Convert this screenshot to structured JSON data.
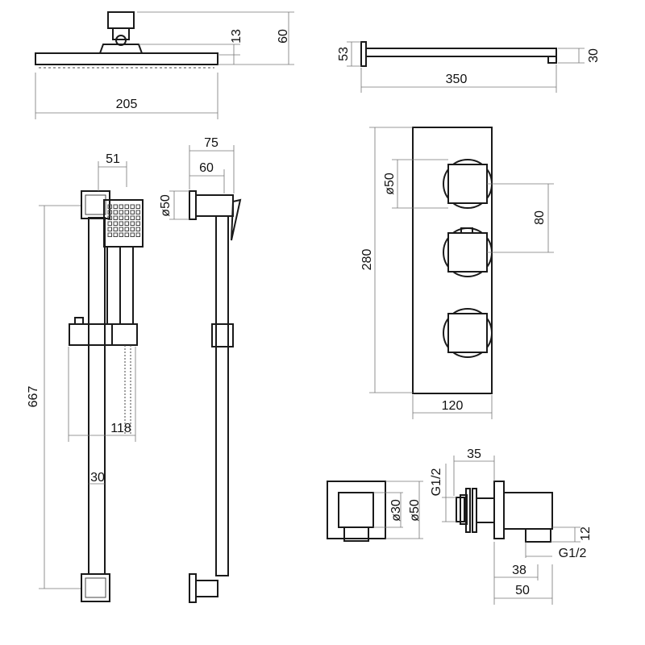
{
  "dimensions": {
    "rain_head": {
      "height_connector": "13",
      "height_total": "60",
      "width": "205"
    },
    "shower_arm": {
      "plate_height": "53",
      "length": "350",
      "drop": "30"
    },
    "slide_rail_front": {
      "head_offset": "51",
      "rail_length": "667",
      "slider_offset": "118",
      "rail_width": "30"
    },
    "slide_rail_side": {
      "projection_total": "75",
      "projection_arm": "60",
      "bracket_diameter": "ø50"
    },
    "valve": {
      "knob_diameter": "ø50",
      "knob_spacing": "80",
      "plate_height": "280",
      "plate_width": "120"
    },
    "wall_outlet": {
      "inner_diameter": "ø30",
      "outer_diameter": "ø50",
      "depth": "35",
      "thread_inlet": "G1/2",
      "outlet_height": "12",
      "thread_outlet": "G1/2",
      "outlet_offset": "38",
      "total_depth": "50"
    }
  }
}
